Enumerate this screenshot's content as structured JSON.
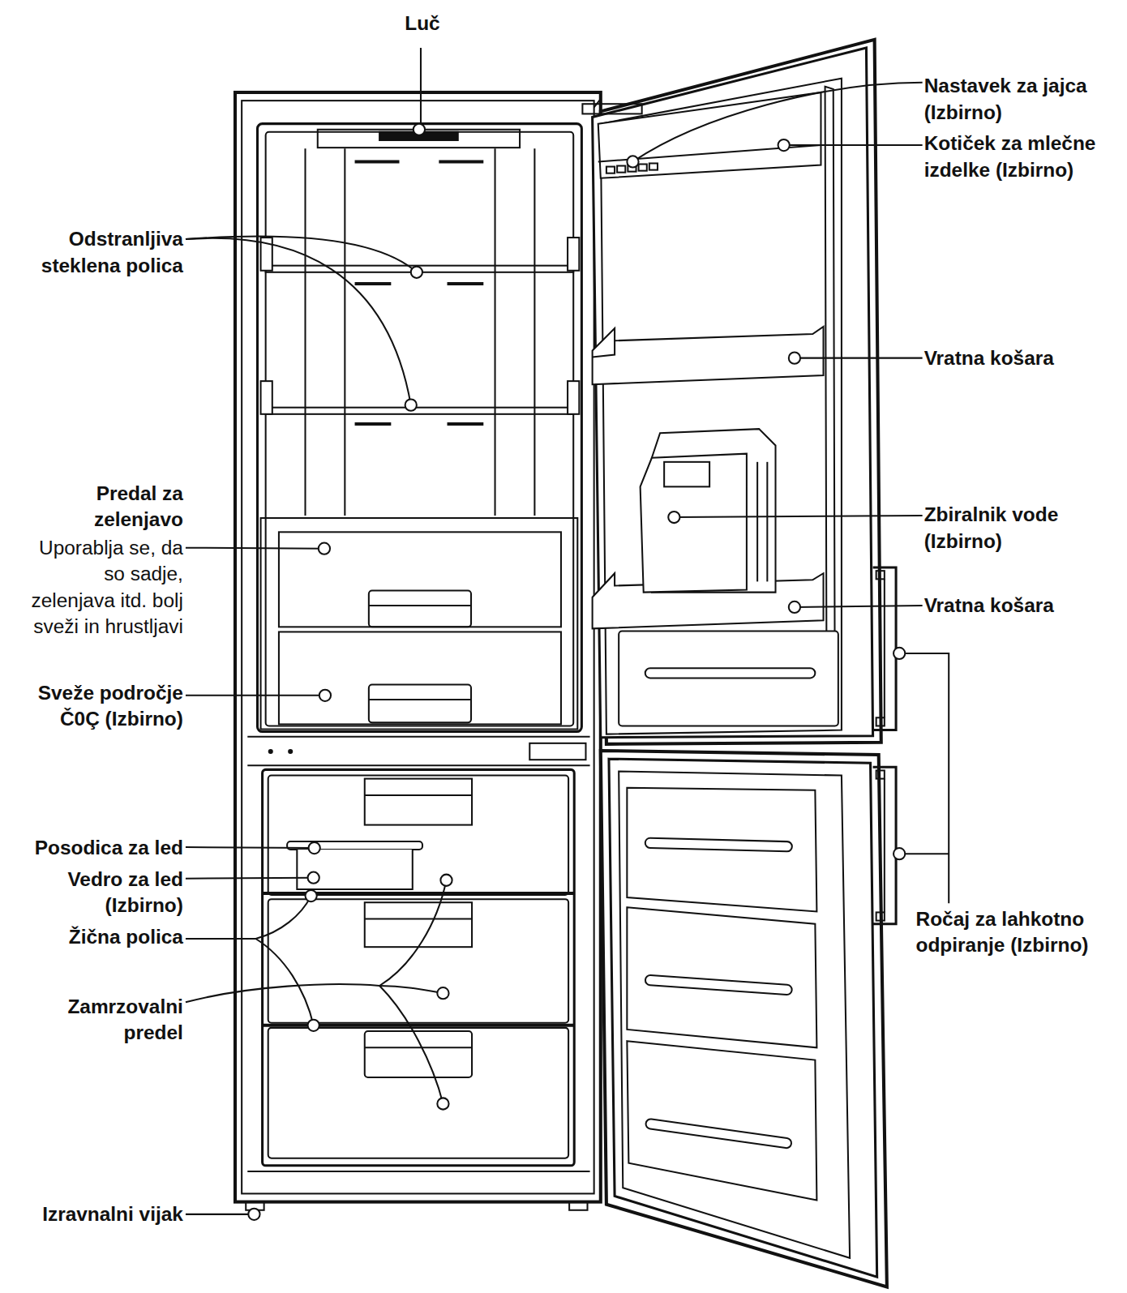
{
  "diagram": {
    "labels": [
      "Luč",
      "Nastavek za jajca (Izbirno)",
      "Kotiček za mlečne izdelke (Izbirno)",
      "Odstranljiva steklena polica",
      "Vratna košara",
      "Predal za zelenjavo",
      "Uporablja se, da so sadje, zelenjava itd. bolj sveži in hrustljavi",
      "Zbiralnik vode (Izbirno)",
      "Vratna košara",
      "Sveže področje Č0Ç (Izbirno)",
      "Posodica za led",
      "Vedro za led (Izbirno)",
      "Ročaj za lahkotno odpiranje (Izbirno)",
      "Žična polica",
      "Zamrzovalni predel",
      "Izravnalni vijak"
    ]
  }
}
